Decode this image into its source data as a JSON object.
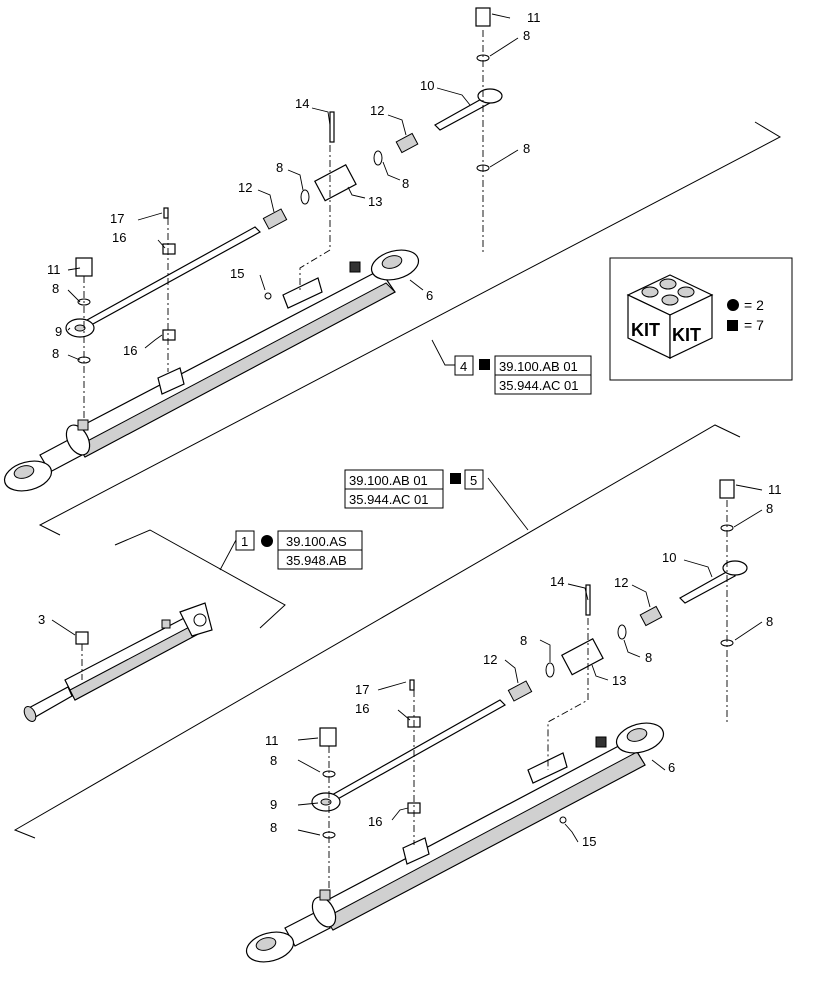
{
  "callouts": {
    "c11a": "11",
    "c8a": "8",
    "c10a": "10",
    "c14a": "14",
    "c12a": "12",
    "c8b": "8",
    "c8c": "8",
    "c13a": "13",
    "c8d": "8",
    "c12b": "12",
    "c17a": "17",
    "c16a": "16",
    "c11b": "11",
    "c15a": "15",
    "c8e": "8",
    "c6a": "6",
    "c9a": "9",
    "c16b": "16",
    "c8f": "8",
    "c3": "3",
    "c11c": "11",
    "c8g": "8",
    "c10b": "10",
    "c14b": "14",
    "c12c": "12",
    "c8h": "8",
    "c8i": "8",
    "c8j": "8",
    "c12d": "12",
    "c13b": "13",
    "c17b": "17",
    "c16c": "16",
    "c11d": "11",
    "c6b": "6",
    "c8k": "8",
    "c9b": "9",
    "c8l": "8",
    "c16d": "16",
    "c15b": "15"
  },
  "references": {
    "top": {
      "qty": "4",
      "ref1": "39.100.AB 01",
      "ref2": "35.944.AC 01"
    },
    "middle": {
      "qty": "5",
      "ref1": "39.100.AB 01",
      "ref2": "35.944.AC 01"
    },
    "left": {
      "qty": "1",
      "ref1": "39.100.AS",
      "ref2": "35.948.AB"
    }
  },
  "kit_legend": {
    "kit_label_left": "KIT",
    "kit_label_right": "KIT",
    "circle_qty": "= 2",
    "square_qty": "= 7"
  }
}
